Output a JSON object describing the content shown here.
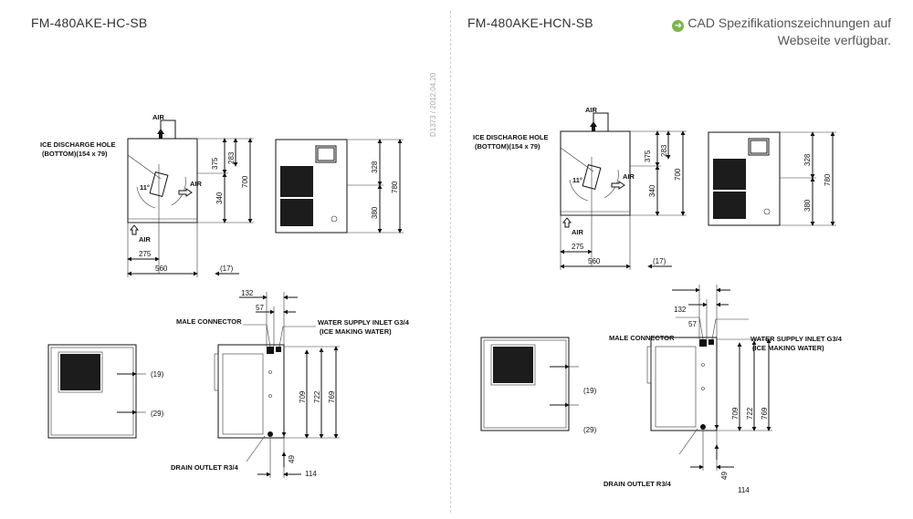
{
  "models": {
    "left": "FM-480AKE-HC-SB",
    "right": "FM-480AKE-HCN-SB"
  },
  "note": {
    "line1": "CAD Spezifikationszeichnungen auf",
    "line2": "Webseite verfügbar.",
    "icon": "arrow-circle-icon",
    "accent": "#7ab648"
  },
  "doc_id": "D1373 / 2012.04.20",
  "drawing_labels": {
    "air": "AIR",
    "ice_discharge_1": "ICE DISCHARGE HOLE",
    "ice_discharge_2": "(BOTTOM)(154 x 79)",
    "male_connector": "MALE CONNECTOR",
    "water_inlet_1": "WATER SUPPLY INLET G3/4",
    "water_inlet_2": "(ICE MAKING WATER)",
    "drain_outlet": "DRAIN OUTLET R3/4",
    "angle": "11°"
  },
  "dimensions": {
    "d375": "375",
    "d283": "283",
    "d340": "340",
    "d700": "700",
    "d275": "275",
    "d560": "560",
    "d17": "(17)",
    "d328": "328",
    "d380": "380",
    "d780": "780",
    "d132": "132",
    "d57": "57",
    "d19": "(19)",
    "d29": "(29)",
    "d709": "709",
    "d722": "722",
    "d769": "769",
    "d49": "49",
    "d114": "114"
  }
}
